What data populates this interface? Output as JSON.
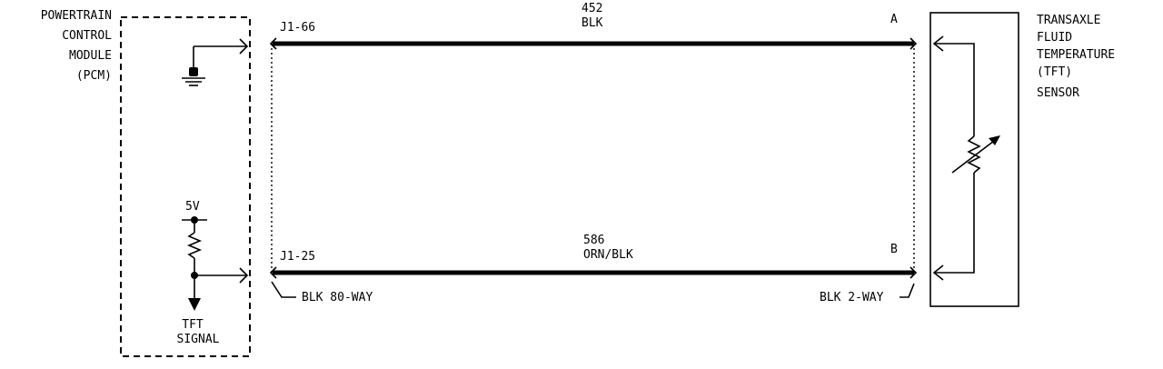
{
  "pcm": {
    "label_lines": [
      "POWERTRAIN",
      "CONTROL",
      "MODULE",
      "(PCM)"
    ],
    "supply_label": "5V",
    "signal_label_lines": [
      "TFT",
      "SIGNAL"
    ]
  },
  "sensor": {
    "label_lines": [
      "TRANSAXLE",
      "FLUID",
      "TEMPERATURE",
      "(TFT)",
      "SENSOR"
    ]
  },
  "wires": [
    {
      "circuit": "452",
      "color": "BLK",
      "pcm_pin": "J1-66",
      "sensor_pin": "A"
    },
    {
      "circuit": "586",
      "color": "ORN/BLK",
      "pcm_pin": "J1-25",
      "sensor_pin": "B"
    }
  ],
  "connectors": {
    "pcm_connector": "BLK 80-WAY",
    "sensor_connector": "BLK 2-WAY"
  }
}
